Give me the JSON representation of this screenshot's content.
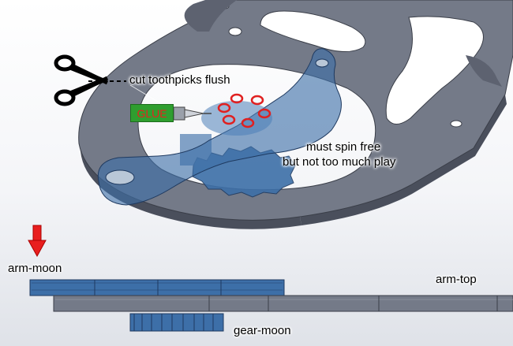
{
  "labels": {
    "cut": "cut toothpicks flush",
    "glue": "GLUE",
    "spin_line1": "must spin free",
    "spin_line2": "but not too much play",
    "arm_moon": "arm-moon",
    "arm_top": "arm-top",
    "gear_moon": "gear-moon"
  },
  "icons": {
    "scissors": "scissors-icon",
    "arrow": "red-down-arrow-icon",
    "glue_bottle": "glue-bottle-icon"
  },
  "colors": {
    "plate": "#747a88",
    "plate_edge": "#4a4f5c",
    "arm_blue": "#3d6fa8",
    "glue_green": "#2f9e2f",
    "hole_red": "#e02020",
    "arrow_red": "#e81e1e"
  }
}
